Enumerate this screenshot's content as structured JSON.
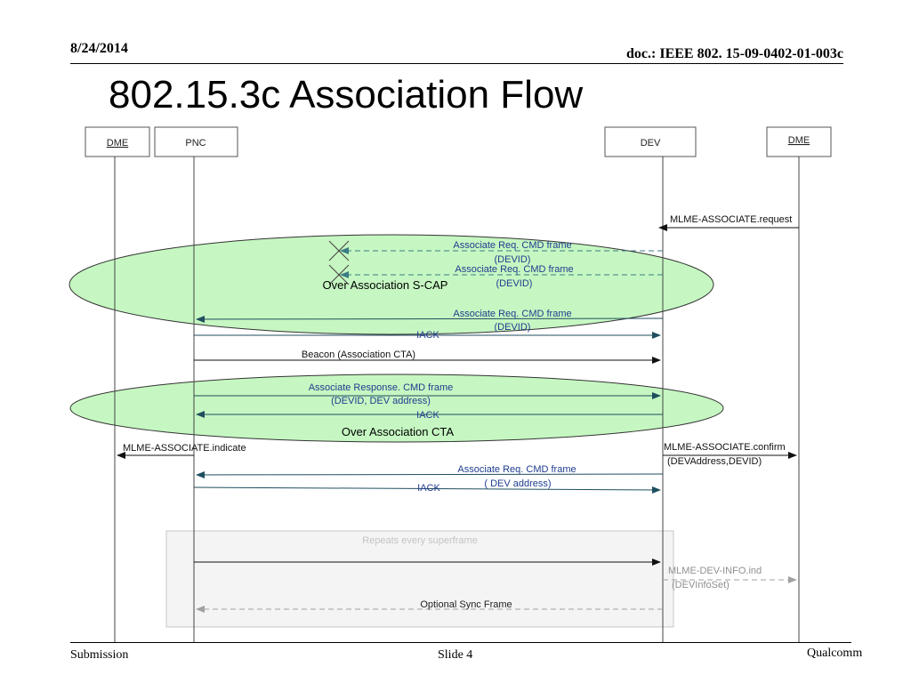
{
  "header": {
    "date": "8/24/2014",
    "doc": "doc.: IEEE 802. 15-09-0402-01-003c"
  },
  "title": "802.15.3c Association Flow",
  "footer": {
    "left": "Submission",
    "center": "Slide 4",
    "right": "Qualcomm"
  },
  "diagram": {
    "entities": {
      "dme_left": "DME",
      "pnc": "PNC",
      "dev": "DEV",
      "dme_right": "DME"
    },
    "regions": {
      "scap_label": "Over Association S-CAP",
      "cta_label": "Over Association CTA",
      "repeat_label": "Repeats every superframe"
    },
    "messages": {
      "assoc_request": "MLME-ASSOCIATE.request",
      "req1_l1": "Associate Req. CMD frame",
      "req1_l2": "(DEVID)",
      "req2_l1": "Associate Req. CMD frame",
      "req2_l2": "(DEVID)",
      "req3_l1": "Associate Req. CMD frame",
      "req3_l2": "(DEVID)",
      "iack1": "IACK",
      "beacon": "Beacon (Association CTA)",
      "resp_l1": "Associate Response. CMD frame",
      "resp_l2": "(DEVID, DEV address)",
      "iack2": "IACK",
      "assoc_indicate": "MLME-ASSOCIATE.indicate",
      "assoc_confirm_l1": "MLME-ASSOCIATE.confirm",
      "assoc_confirm_l2": "(DEVAddress,DEVID)",
      "req4_l1": "Associate Req. CMD frame",
      "req4_l2": "( DEV address)",
      "iack3": "IACK",
      "devinfo_l1": "MLME-DEV-INFO.ind",
      "devinfo_l2": "(DEVInfoSet)",
      "sync": "Optional  Sync Frame"
    },
    "colors": {
      "ellipse_fill": "#c6f7c2",
      "ellipse_fill_strong": "#b9f3b4",
      "dark_teal": "#1f4e5f",
      "label_blue": "#1f3c8f",
      "teal_dash": "#3a7b84",
      "gray": "#a0a0a0"
    }
  }
}
